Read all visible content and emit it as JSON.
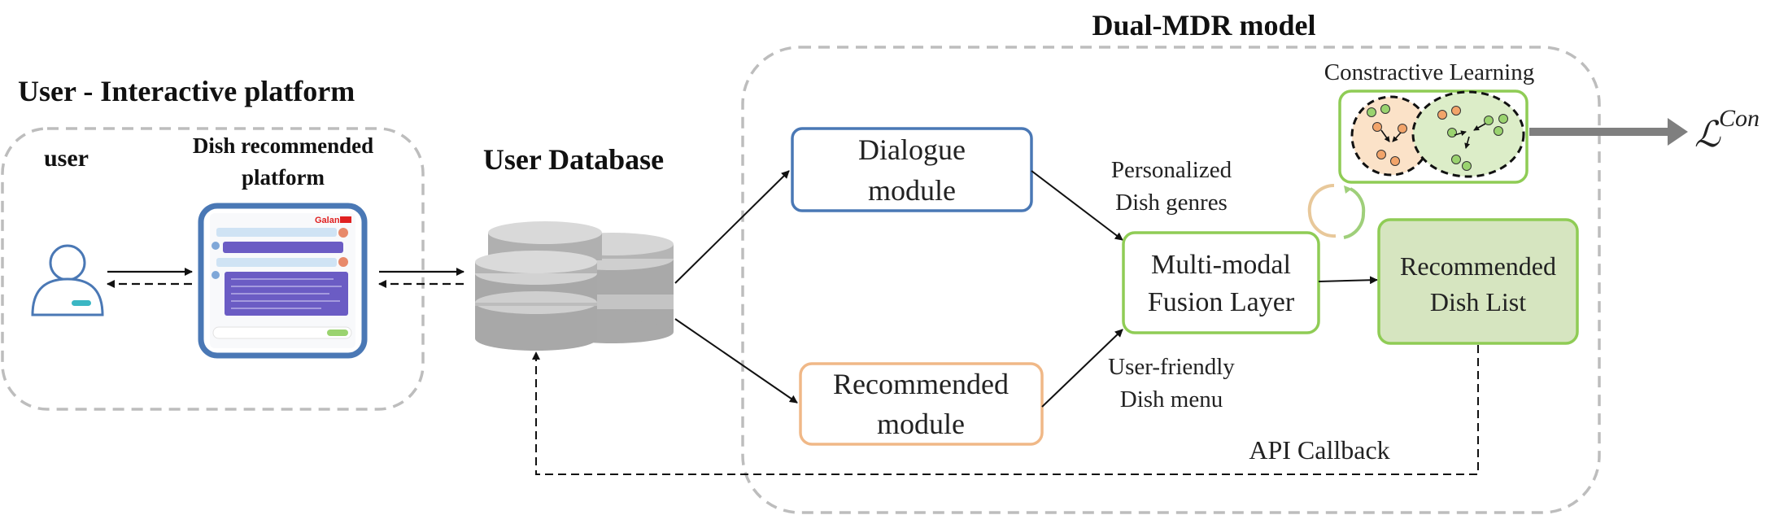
{
  "platform": {
    "title": "User - Interactive platform",
    "user_label": "user",
    "dish_platform_label_line1": "Dish recommended",
    "dish_platform_label_line2": "platform",
    "phone_brand": "Galanz"
  },
  "database": {
    "label": "User Database"
  },
  "model": {
    "title": "Dual-MDR model",
    "dialogue_line1": "Dialogue",
    "dialogue_line2": "module",
    "recommended_line1": "Recommended",
    "recommended_line2": "module",
    "fusion_line1": "Multi-modal",
    "fusion_line2": "Fusion Layer",
    "output_line1": "Recommended",
    "output_line2": "Dish List",
    "edge_top_line1": "Personalized",
    "edge_top_line2": "Dish genres",
    "edge_bottom_line1": "User-friendly",
    "edge_bottom_line2": "Dish menu",
    "contrastive_label": "Constractive Learning",
    "callback_label": "API  Callback",
    "loss_main": "ℒ",
    "loss_sup": "Con"
  },
  "colors": {
    "dialogue_border": "#4a78b5",
    "recommended_border": "#f0b887",
    "green_border": "#8fcc55",
    "output_fill": "#d6e5c0",
    "dashed_gray": "#bdbdbd",
    "phone_border": "#4a78b5",
    "cluster_orange": "#fbe2c8",
    "cluster_green": "#dcedc8"
  }
}
